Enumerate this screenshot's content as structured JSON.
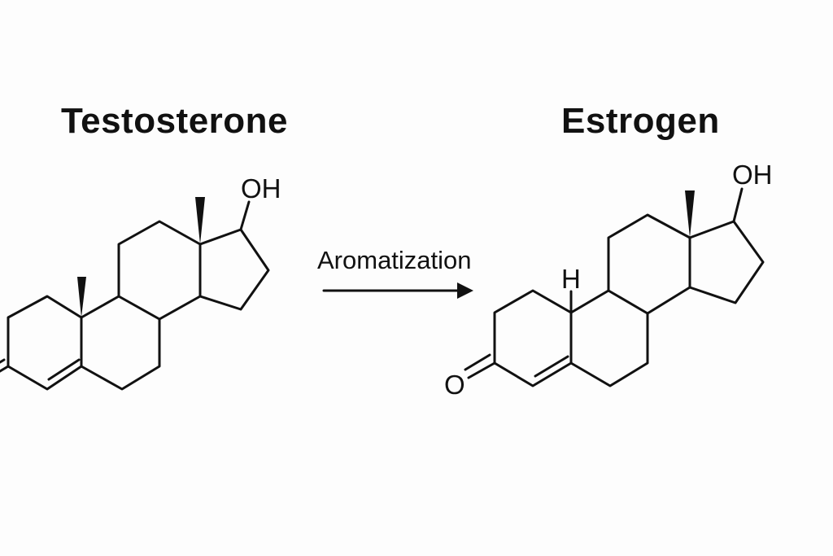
{
  "titles": {
    "left": "Testosterone",
    "right": "Estrogen"
  },
  "reaction": {
    "label": "Aromatization"
  },
  "atoms": {
    "oh": "OH",
    "h": "H",
    "o": "O"
  }
}
